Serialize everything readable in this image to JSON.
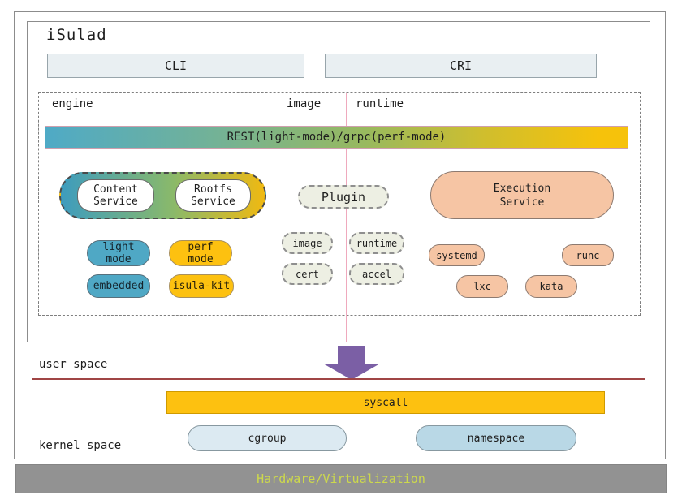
{
  "title": "iSulad",
  "api": {
    "cli": "CLI",
    "cri": "CRI"
  },
  "sections": {
    "engine": "engine",
    "image": "image",
    "runtime": "runtime"
  },
  "rest_bar": {
    "label": "REST(light-mode)/grpc(perf-mode)"
  },
  "engine": {
    "services": [
      {
        "label": "Content\nService"
      },
      {
        "label": "Rootfs\nService"
      }
    ],
    "modes": [
      {
        "label": "light\nmode",
        "color": "#4FA8C5"
      },
      {
        "label": "perf\nmode",
        "color": "#FDC110"
      },
      {
        "label": "embedded",
        "color": "#4FA8C5"
      },
      {
        "label": "isula-kit",
        "color": "#FDC110"
      }
    ]
  },
  "plugin": {
    "label": "Plugin"
  },
  "modules": [
    {
      "label": "image"
    },
    {
      "label": "runtime"
    },
    {
      "label": "cert"
    },
    {
      "label": "accel"
    }
  ],
  "execution": {
    "service": "Execution\nService",
    "runtimes": [
      {
        "label": "systemd"
      },
      {
        "label": "runc"
      },
      {
        "label": "lxc"
      },
      {
        "label": "kata"
      }
    ]
  },
  "spaces": {
    "user": "user space",
    "kernel": "kernel space"
  },
  "kernel": {
    "syscall": "syscall",
    "features": [
      {
        "label": "cgroup"
      },
      {
        "label": "namespace"
      }
    ]
  },
  "hardware": {
    "label": "Hardware/Virtualization"
  },
  "colors": {
    "teal": "#4FA8C5",
    "gold": "#FDC110",
    "salmon": "#F6C5A4",
    "beige_pill": "#EDEFE3",
    "api_box_fill": "#E9EFF2",
    "rest_gradient_left": "#4FAAC6",
    "rest_gradient_right": "#F6C20B",
    "pink_divider": "#EFA9BD",
    "purple_arrow": "#7B5FA5",
    "red_divider": "#A04545",
    "cgroup_fill": "#DCEAF2",
    "namespace_fill": "#B9D8E6",
    "hardware_bar": "#929292",
    "hardware_text": "#CCD84D"
  }
}
